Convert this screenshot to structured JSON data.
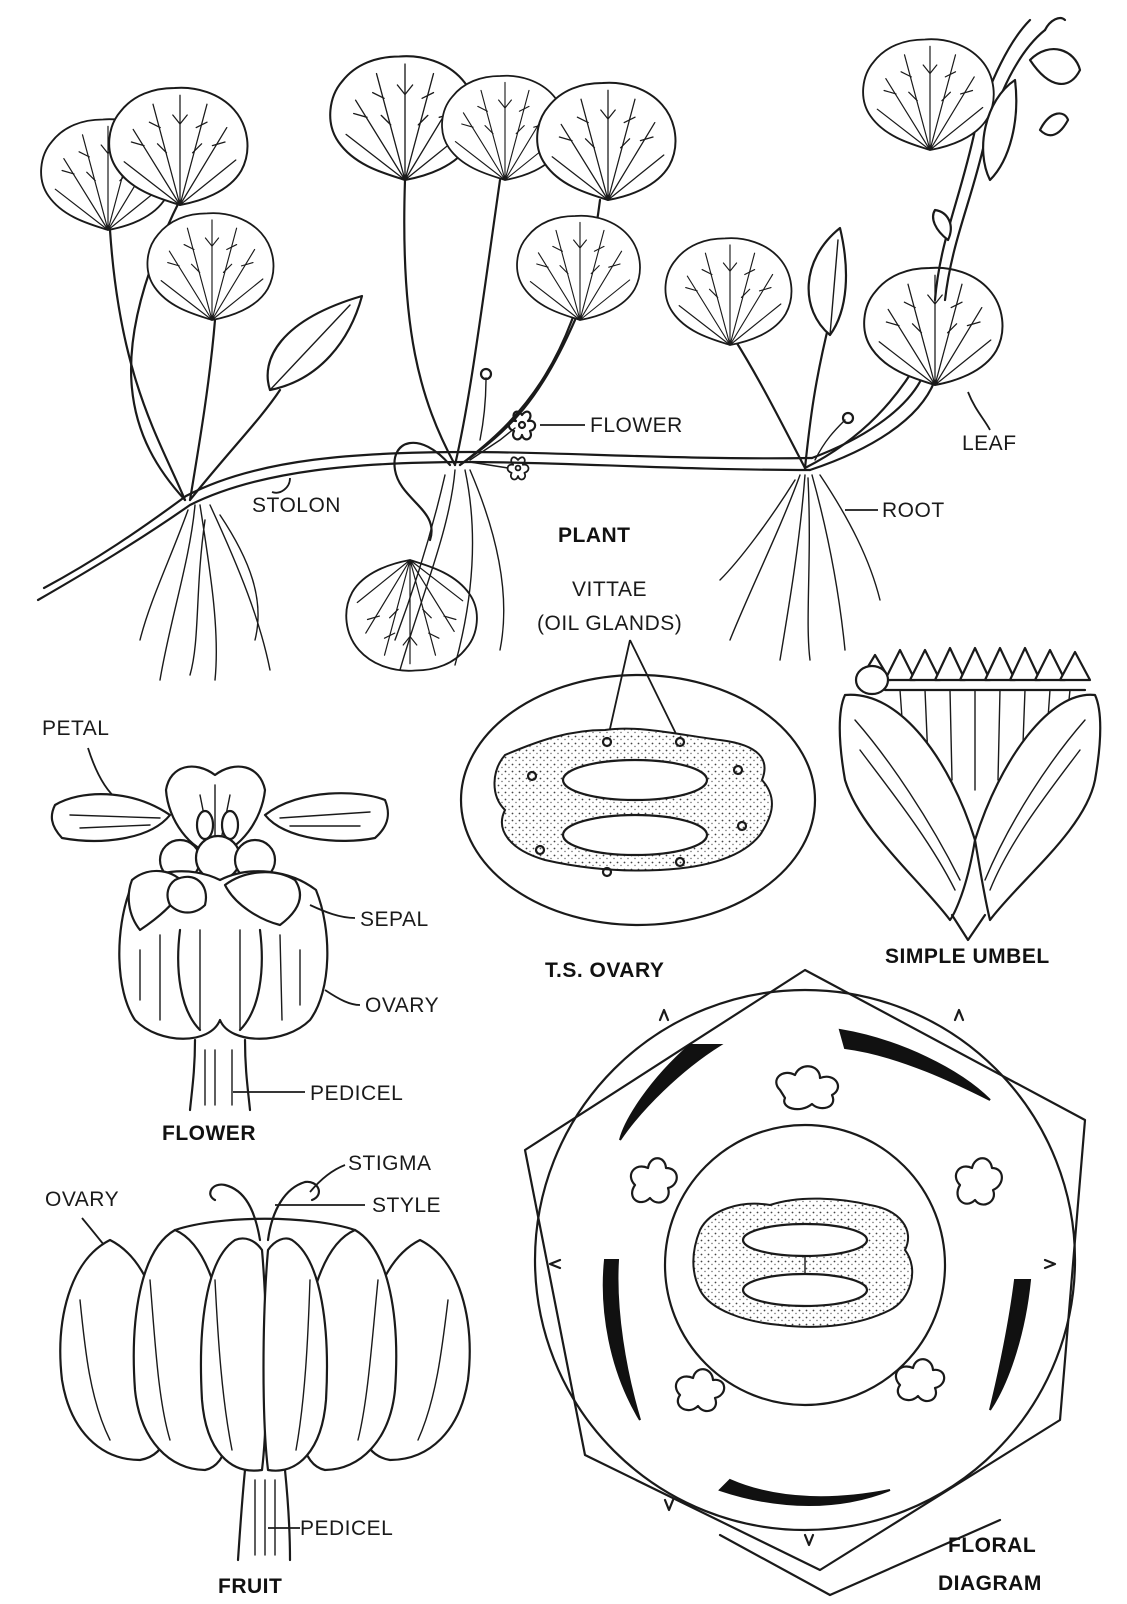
{
  "labels": {
    "plant": {
      "flower": "FLOWER",
      "leaf": "LEAF",
      "stolon": "STOLON",
      "root": "ROOT",
      "title": "PLANT"
    },
    "ts_ovary": {
      "vittae_line1": "VITTAE",
      "vittae_line2": "(OIL GLANDS)",
      "title": "T.S. OVARY"
    },
    "umbel": {
      "title": "SIMPLE UMBEL"
    },
    "flower_detail": {
      "petal": "PETAL",
      "sepal": "SEPAL",
      "ovary": "OVARY",
      "pedicel": "PEDICEL",
      "title": "FLOWER"
    },
    "fruit": {
      "stigma": "STIGMA",
      "style": "STYLE",
      "ovary": "OVARY",
      "pedicel": "PEDICEL",
      "title": "FRUIT"
    },
    "floral_diagram": {
      "title_line1": "FLORAL",
      "title_line2": "DIAGRAM"
    }
  },
  "colors": {
    "ink": "#1a1a1a",
    "paper": "#ffffff"
  }
}
